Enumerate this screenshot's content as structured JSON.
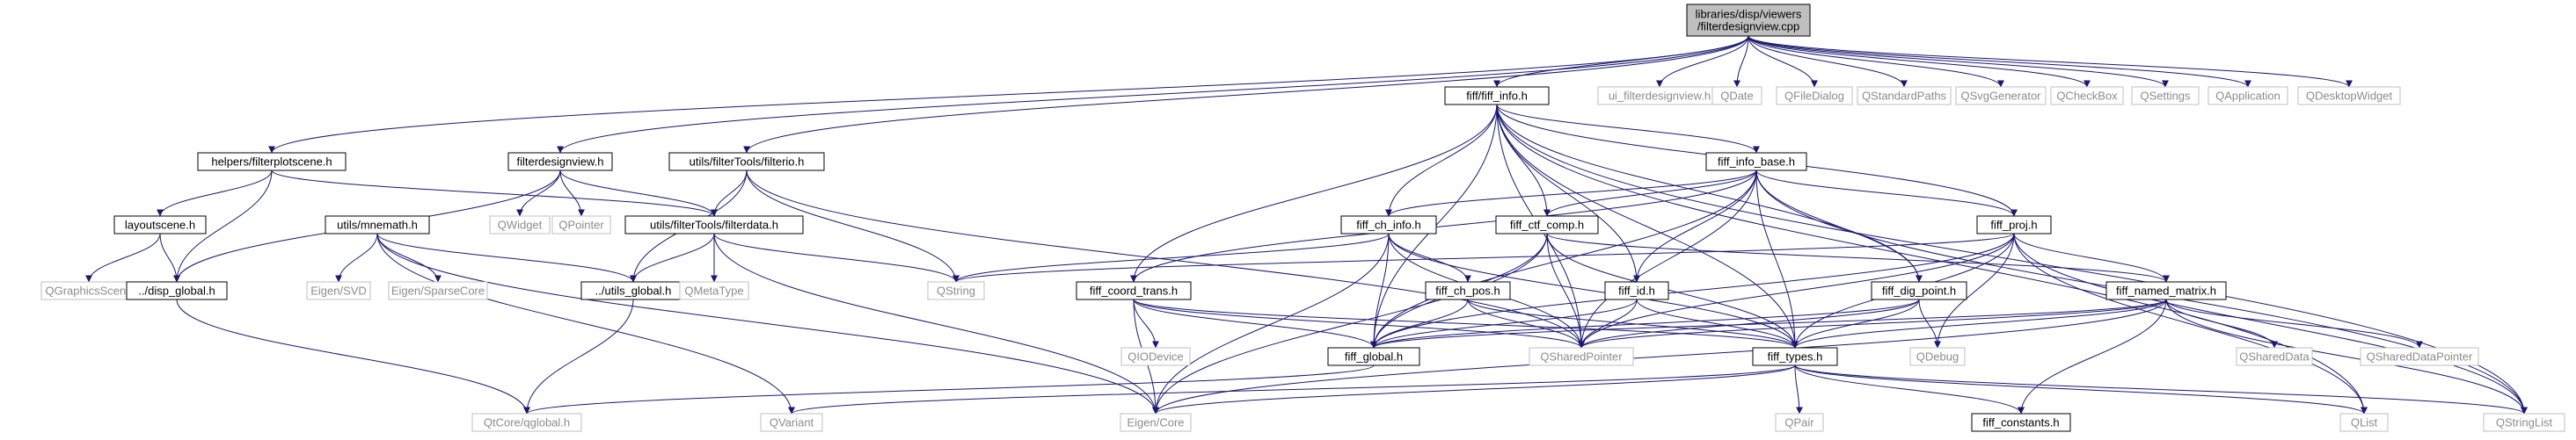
{
  "graph": {
    "nodes": [
      {
        "id": "root",
        "label": [
          "libraries/disp/viewers",
          "/filterdesignview.cpp"
        ],
        "style": "root"
      },
      {
        "id": "fiff_info",
        "label": [
          "fiff/fiff_info.h"
        ],
        "style": "boxed"
      },
      {
        "id": "ui_fdv",
        "label": [
          "ui_filterdesignview.h"
        ],
        "style": "gray"
      },
      {
        "id": "qdate",
        "label": [
          "QDate"
        ],
        "style": "gray"
      },
      {
        "id": "qfiledialog",
        "label": [
          "QFileDialog"
        ],
        "style": "gray"
      },
      {
        "id": "qstdpaths",
        "label": [
          "QStandardPaths"
        ],
        "style": "gray"
      },
      {
        "id": "qsvg",
        "label": [
          "QSvgGenerator"
        ],
        "style": "gray"
      },
      {
        "id": "qcheckbox",
        "label": [
          "QCheckBox"
        ],
        "style": "gray"
      },
      {
        "id": "qsettings",
        "label": [
          "QSettings"
        ],
        "style": "gray"
      },
      {
        "id": "qapp",
        "label": [
          "QApplication"
        ],
        "style": "gray"
      },
      {
        "id": "qdesktop",
        "label": [
          "QDesktopWidget"
        ],
        "style": "gray"
      },
      {
        "id": "filterplotscene",
        "label": [
          "helpers/filterplotscene.h"
        ],
        "style": "boxed"
      },
      {
        "id": "filterdesignview",
        "label": [
          "filterdesignview.h"
        ],
        "style": "boxed"
      },
      {
        "id": "filterio",
        "label": [
          "utils/filterTools/filterio.h"
        ],
        "style": "boxed"
      },
      {
        "id": "fiff_info_base",
        "label": [
          "fiff_info_base.h"
        ],
        "style": "boxed"
      },
      {
        "id": "layoutscene",
        "label": [
          "layoutscene.h"
        ],
        "style": "boxed"
      },
      {
        "id": "mnemath",
        "label": [
          "utils/mnemath.h"
        ],
        "style": "boxed"
      },
      {
        "id": "qwidget",
        "label": [
          "QWidget"
        ],
        "style": "gray"
      },
      {
        "id": "qpointer",
        "label": [
          "QPointer"
        ],
        "style": "gray"
      },
      {
        "id": "filterdata",
        "label": [
          "utils/filterTools/filterdata.h"
        ],
        "style": "boxed"
      },
      {
        "id": "fiff_ch_info",
        "label": [
          "fiff_ch_info.h"
        ],
        "style": "boxed"
      },
      {
        "id": "fiff_ctf_comp",
        "label": [
          "fiff_ctf_comp.h"
        ],
        "style": "boxed"
      },
      {
        "id": "fiff_proj",
        "label": [
          "fiff_proj.h"
        ],
        "style": "boxed"
      },
      {
        "id": "qgraphicsscene",
        "label": [
          "QGraphicsScene"
        ],
        "style": "gray"
      },
      {
        "id": "disp_global",
        "label": [
          "../disp_global.h"
        ],
        "style": "boxed"
      },
      {
        "id": "eigen_svd",
        "label": [
          "Eigen/SVD"
        ],
        "style": "gray"
      },
      {
        "id": "eigen_sparse",
        "label": [
          "Eigen/SparseCore"
        ],
        "style": "gray"
      },
      {
        "id": "utils_global",
        "label": [
          "../utils_global.h"
        ],
        "style": "boxed"
      },
      {
        "id": "qmetatype",
        "label": [
          "QMetaType"
        ],
        "style": "gray"
      },
      {
        "id": "qstring",
        "label": [
          "QString"
        ],
        "style": "gray"
      },
      {
        "id": "fiff_coord_trans",
        "label": [
          "fiff_coord_trans.h"
        ],
        "style": "boxed"
      },
      {
        "id": "fiff_ch_pos",
        "label": [
          "fiff_ch_pos.h"
        ],
        "style": "boxed"
      },
      {
        "id": "fiff_id",
        "label": [
          "fiff_id.h"
        ],
        "style": "boxed"
      },
      {
        "id": "fiff_dig_point",
        "label": [
          "fiff_dig_point.h"
        ],
        "style": "boxed"
      },
      {
        "id": "fiff_named_matrix",
        "label": [
          "fiff_named_matrix.h"
        ],
        "style": "boxed"
      },
      {
        "id": "qiodevice",
        "label": [
          "QIODevice"
        ],
        "style": "gray"
      },
      {
        "id": "fiff_global",
        "label": [
          "fiff_global.h"
        ],
        "style": "boxed"
      },
      {
        "id": "qsharedpointer",
        "label": [
          "QSharedPointer"
        ],
        "style": "gray"
      },
      {
        "id": "fiff_types",
        "label": [
          "fiff_types.h"
        ],
        "style": "boxed"
      },
      {
        "id": "qdebug",
        "label": [
          "QDebug"
        ],
        "style": "gray"
      },
      {
        "id": "qshareddata",
        "label": [
          "QSharedData"
        ],
        "style": "gray"
      },
      {
        "id": "qshareddatapointer",
        "label": [
          "QSharedDataPointer"
        ],
        "style": "gray"
      },
      {
        "id": "qtcore_qglobal",
        "label": [
          "QtCore/qglobal.h"
        ],
        "style": "gray"
      },
      {
        "id": "qvariant",
        "label": [
          "QVariant"
        ],
        "style": "gray"
      },
      {
        "id": "eigen_core",
        "label": [
          "Eigen/Core"
        ],
        "style": "gray"
      },
      {
        "id": "qpair",
        "label": [
          "QPair"
        ],
        "style": "gray"
      },
      {
        "id": "fiff_constants",
        "label": [
          "fiff_constants.h"
        ],
        "style": "boxed"
      },
      {
        "id": "qlist",
        "label": [
          "QList"
        ],
        "style": "gray"
      },
      {
        "id": "qstringlist",
        "label": [
          "QStringList"
        ],
        "style": "gray"
      }
    ],
    "edges": [
      [
        "root",
        "fiff_info"
      ],
      [
        "root",
        "ui_fdv"
      ],
      [
        "root",
        "qdate"
      ],
      [
        "root",
        "qfiledialog"
      ],
      [
        "root",
        "qstdpaths"
      ],
      [
        "root",
        "qsvg"
      ],
      [
        "root",
        "qcheckbox"
      ],
      [
        "root",
        "qsettings"
      ],
      [
        "root",
        "qapp"
      ],
      [
        "root",
        "qdesktop"
      ],
      [
        "root",
        "filterplotscene"
      ],
      [
        "root",
        "filterdesignview"
      ],
      [
        "root",
        "filterio"
      ],
      [
        "filterplotscene",
        "layoutscene"
      ],
      [
        "filterplotscene",
        "disp_global"
      ],
      [
        "filterplotscene",
        "filterdata"
      ],
      [
        "layoutscene",
        "qgraphicsscene"
      ],
      [
        "layoutscene",
        "disp_global"
      ],
      [
        "filterdesignview",
        "qwidget"
      ],
      [
        "filterdesignview",
        "qpointer"
      ],
      [
        "filterdesignview",
        "filterdata"
      ],
      [
        "filterdesignview",
        "disp_global"
      ],
      [
        "filterio",
        "filterdata"
      ],
      [
        "filterio",
        "utils_global"
      ],
      [
        "filterio",
        "qstring"
      ],
      [
        "filterio",
        "qsharedpointer"
      ],
      [
        "disp_global",
        "qtcore_qglobal"
      ],
      [
        "mnemath",
        "eigen_svd"
      ],
      [
        "mnemath",
        "eigen_sparse"
      ],
      [
        "mnemath",
        "utils_global"
      ],
      [
        "mnemath",
        "eigen_core"
      ],
      [
        "mnemath",
        "qvariant"
      ],
      [
        "filterdata",
        "utils_global"
      ],
      [
        "filterdata",
        "qmetatype"
      ],
      [
        "filterdata",
        "qstring"
      ],
      [
        "filterdata",
        "eigen_core"
      ],
      [
        "utils_global",
        "qtcore_qglobal"
      ],
      [
        "fiff_info",
        "fiff_info_base"
      ],
      [
        "fiff_info",
        "fiff_coord_trans"
      ],
      [
        "fiff_info",
        "fiff_ch_info"
      ],
      [
        "fiff_info",
        "fiff_ctf_comp"
      ],
      [
        "fiff_info",
        "fiff_proj"
      ],
      [
        "fiff_info",
        "fiff_id"
      ],
      [
        "fiff_info",
        "fiff_dig_point"
      ],
      [
        "fiff_info",
        "fiff_types"
      ],
      [
        "fiff_info",
        "fiff_global"
      ],
      [
        "fiff_info",
        "qsharedpointer"
      ],
      [
        "fiff_info",
        "qlist"
      ],
      [
        "fiff_info",
        "qstringlist"
      ],
      [
        "fiff_info_base",
        "fiff_ch_info"
      ],
      [
        "fiff_info_base",
        "fiff_ctf_comp"
      ],
      [
        "fiff_info_base",
        "fiff_proj"
      ],
      [
        "fiff_info_base",
        "fiff_id"
      ],
      [
        "fiff_info_base",
        "fiff_dig_point"
      ],
      [
        "fiff_info_base",
        "fiff_coord_trans"
      ],
      [
        "fiff_info_base",
        "fiff_types"
      ],
      [
        "fiff_info_base",
        "fiff_global"
      ],
      [
        "fiff_info_base",
        "qsharedpointer"
      ],
      [
        "fiff_info_base",
        "qstringlist"
      ],
      [
        "fiff_ch_info",
        "fiff_ch_pos"
      ],
      [
        "fiff_ch_info",
        "fiff_types"
      ],
      [
        "fiff_ch_info",
        "fiff_global"
      ],
      [
        "fiff_ch_info",
        "qsharedpointer"
      ],
      [
        "fiff_ch_info",
        "qstring"
      ],
      [
        "fiff_ch_info",
        "eigen_core"
      ],
      [
        "fiff_ctf_comp",
        "fiff_named_matrix"
      ],
      [
        "fiff_ctf_comp",
        "fiff_types"
      ],
      [
        "fiff_ctf_comp",
        "fiff_global"
      ],
      [
        "fiff_ctf_comp",
        "qsharedpointer"
      ],
      [
        "fiff_ctf_comp",
        "eigen_core"
      ],
      [
        "fiff_proj",
        "fiff_named_matrix"
      ],
      [
        "fiff_proj",
        "fiff_types"
      ],
      [
        "fiff_proj",
        "fiff_global"
      ],
      [
        "fiff_proj",
        "qsharedpointer"
      ],
      [
        "fiff_proj",
        "qstring"
      ],
      [
        "fiff_proj",
        "qlist"
      ],
      [
        "fiff_proj",
        "qstringlist"
      ],
      [
        "fiff_proj",
        "qdebug"
      ],
      [
        "fiff_coord_trans",
        "fiff_types"
      ],
      [
        "fiff_coord_trans",
        "fiff_global"
      ],
      [
        "fiff_coord_trans",
        "qiodevice"
      ],
      [
        "fiff_coord_trans",
        "qsharedpointer"
      ],
      [
        "fiff_coord_trans",
        "eigen_core"
      ],
      [
        "fiff_ch_pos",
        "fiff_types"
      ],
      [
        "fiff_ch_pos",
        "fiff_global"
      ],
      [
        "fiff_ch_pos",
        "qsharedpointer"
      ],
      [
        "fiff_id",
        "fiff_types"
      ],
      [
        "fiff_id",
        "fiff_global"
      ],
      [
        "fiff_id",
        "qsharedpointer"
      ],
      [
        "fiff_dig_point",
        "fiff_types"
      ],
      [
        "fiff_dig_point",
        "fiff_global"
      ],
      [
        "fiff_dig_point",
        "qsharedpointer"
      ],
      [
        "fiff_dig_point",
        "qdebug"
      ],
      [
        "fiff_named_matrix",
        "fiff_types"
      ],
      [
        "fiff_named_matrix",
        "fiff_global"
      ],
      [
        "fiff_named_matrix",
        "qsharedpointer"
      ],
      [
        "fiff_named_matrix",
        "qshareddata"
      ],
      [
        "fiff_named_matrix",
        "qshareddatapointer"
      ],
      [
        "fiff_named_matrix",
        "qstringlist"
      ],
      [
        "fiff_named_matrix",
        "eigen_core"
      ],
      [
        "fiff_named_matrix",
        "fiff_constants"
      ],
      [
        "fiff_global",
        "qtcore_qglobal"
      ],
      [
        "fiff_types",
        "fiff_constants"
      ],
      [
        "fiff_types",
        "qpair"
      ],
      [
        "fiff_types",
        "eigen_core"
      ],
      [
        "fiff_types",
        "qvariant"
      ],
      [
        "fiff_types",
        "qlist"
      ],
      [
        "fiff_types",
        "qstringlist"
      ]
    ],
    "colors": {
      "edge": "#191970",
      "box_border": "#000000",
      "gray_border": "#bfbfbf",
      "gray_text": "#8c8c8c",
      "text": "#000000",
      "root_fill": "#bfbfbf"
    }
  }
}
